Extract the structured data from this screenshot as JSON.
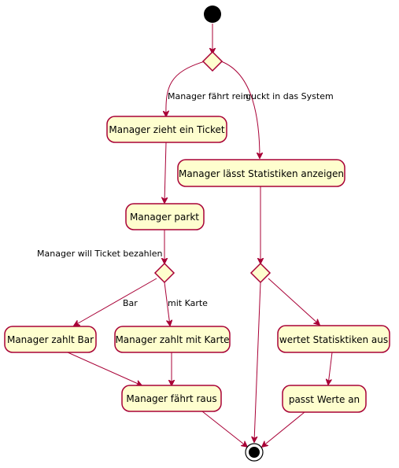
{
  "activities": {
    "zieht_ticket": "Manager zieht ein Ticket",
    "statistiken_anzeigen": "Manager lässt Statistiken anzeigen",
    "parkt": "Manager parkt",
    "zahlt_bar": "Manager zahlt Bar",
    "zahlt_karte": "Manager zahlt mit Karte",
    "faehrt_raus": "Manager fährt raus",
    "wertet_aus": "wertet Statisktiken aus",
    "passt_an": "passt Werte an"
  },
  "guards": {
    "faehrt_rein": "Manager fährt rein",
    "guckt_system": "guckt in das System",
    "will_bezahlen": "Manager will Ticket bezahlen",
    "bar": "Bar",
    "mit_karte": "mit Karte"
  },
  "colors": {
    "node_fill": "#FEFECE",
    "border": "#A80036"
  }
}
